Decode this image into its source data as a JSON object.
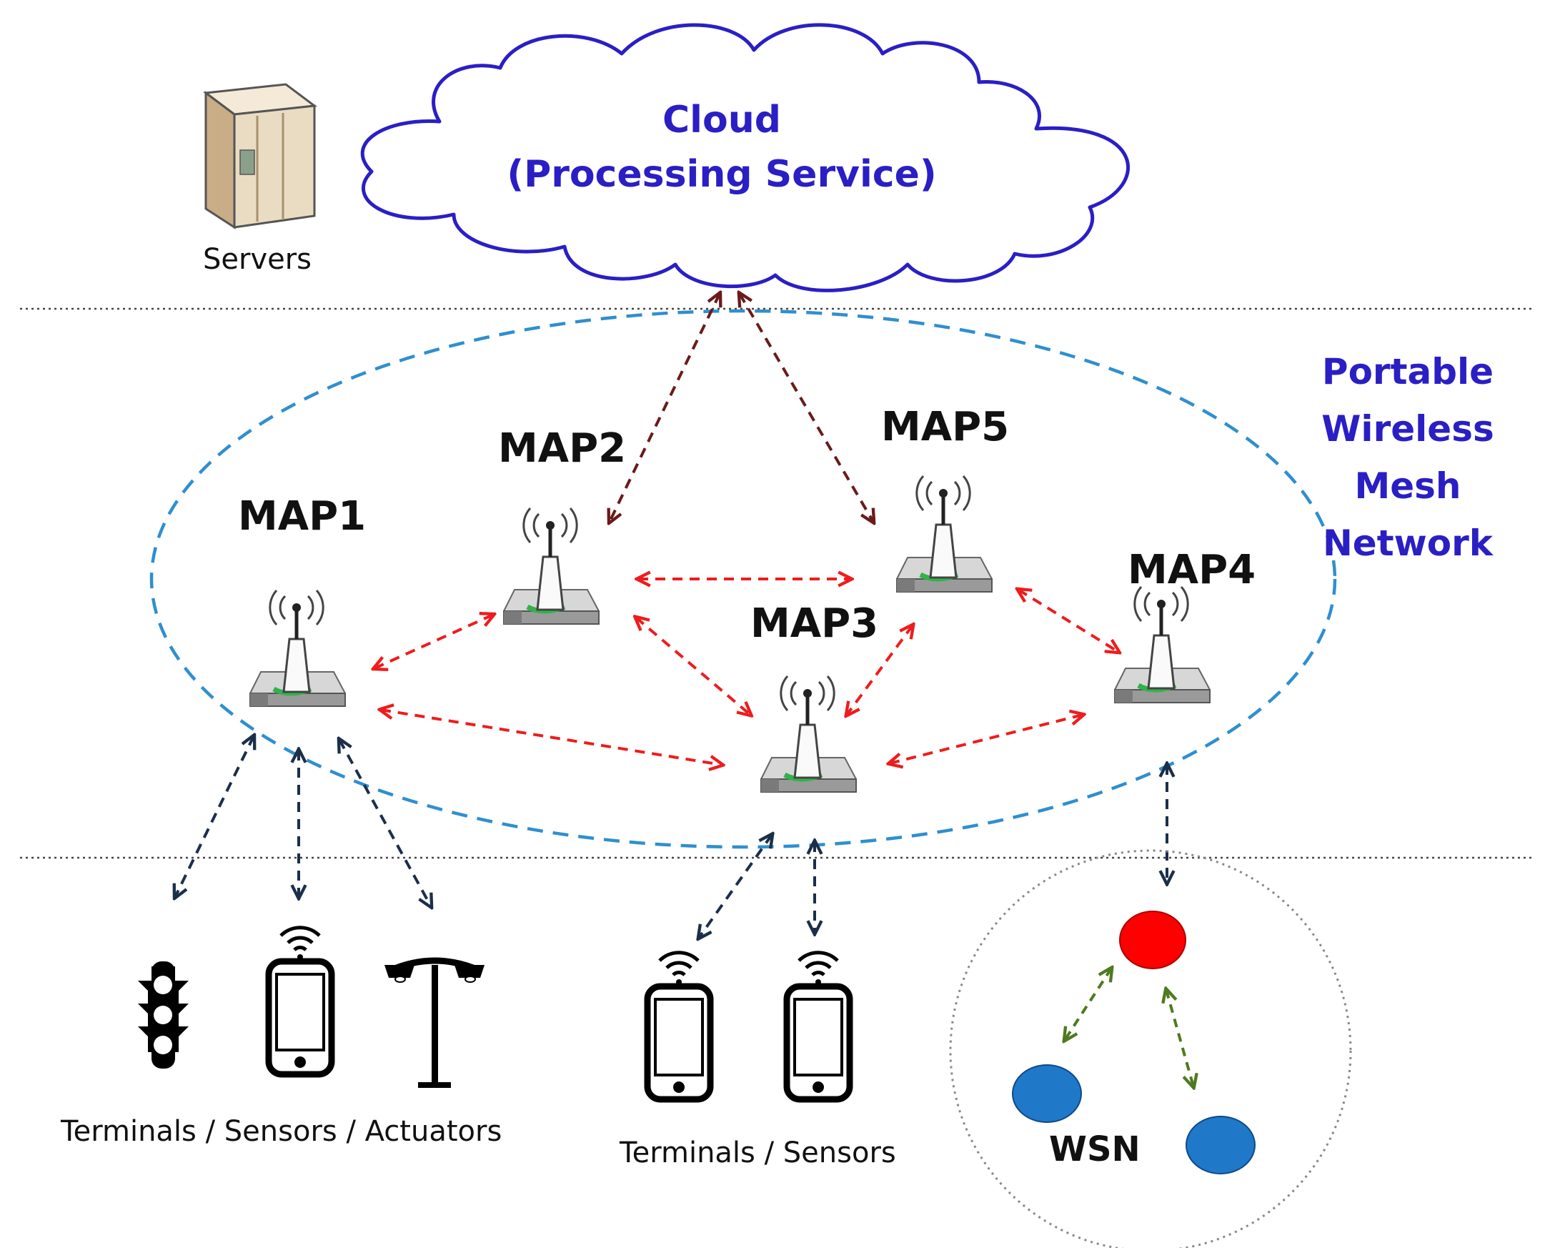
{
  "cloud": {
    "title_line1": "Cloud",
    "title_line2": "(Processing Service)"
  },
  "servers": {
    "label": "Servers"
  },
  "network": {
    "label_lines": [
      "Portable",
      "Wireless",
      "Mesh",
      "Network"
    ]
  },
  "nodes": [
    {
      "id": "map1",
      "label": "MAP1"
    },
    {
      "id": "map2",
      "label": "MAP2"
    },
    {
      "id": "map3",
      "label": "MAP3"
    },
    {
      "id": "map4",
      "label": "MAP4"
    },
    {
      "id": "map5",
      "label": "MAP5"
    }
  ],
  "groups": {
    "group1_caption": "Terminals / Sensors / Actuators",
    "group2_caption": "Terminals / Sensors",
    "wsn_label": "WSN"
  },
  "colors": {
    "cloud_stroke": "#2a1fc4",
    "mesh_ellipse": "#2f8fcf",
    "cloud_link": "#6b1a1a",
    "mesh_link": "#ee1c1c",
    "terminal_link": "#1b2f4a",
    "wsn_link": "#4f7a1f",
    "wsn_sink": "#ff0000",
    "wsn_node": "#1f78c8"
  }
}
